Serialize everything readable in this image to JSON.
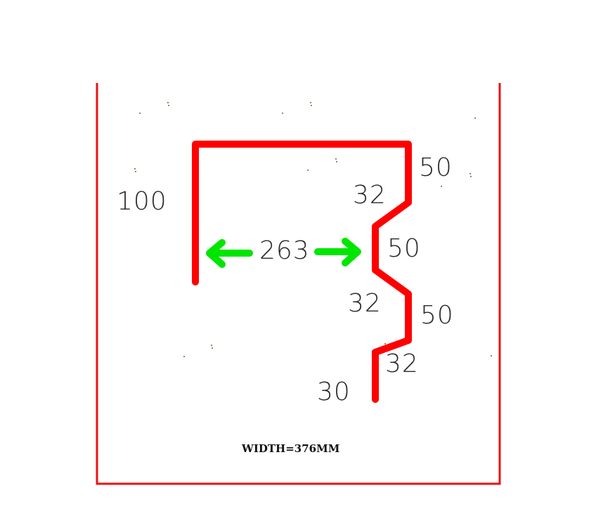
{
  "colors": {
    "profile": "#ff0000",
    "arrows": "#00e600",
    "frame": "#ee1111",
    "text": "#2a2a2a"
  },
  "dimensions": {
    "top_left_height": "100",
    "inner_width": "263",
    "right_top_segment": "50",
    "first_slope": "32",
    "middle_segment": "50",
    "second_slope": "32",
    "lower_segment": "50",
    "third_slope": "32",
    "bottom_tail": "30"
  },
  "width_note": "WIDTH=376MM"
}
